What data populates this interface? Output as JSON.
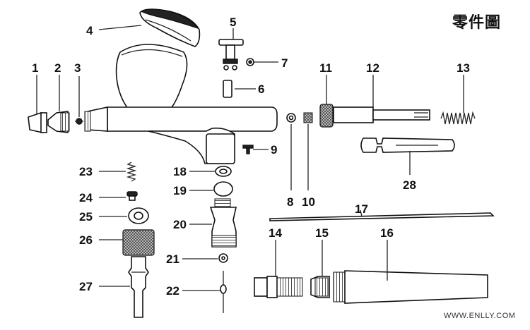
{
  "title": "零件圖",
  "watermark": "WWW.ENLLY.COM",
  "labels": [
    "1",
    "2",
    "3",
    "4",
    "5",
    "6",
    "7",
    "8",
    "9",
    "10",
    "11",
    "12",
    "13",
    "14",
    "15",
    "16",
    "17",
    "18",
    "19",
    "20",
    "21",
    "22",
    "23",
    "24",
    "25",
    "26",
    "27",
    "28"
  ]
}
